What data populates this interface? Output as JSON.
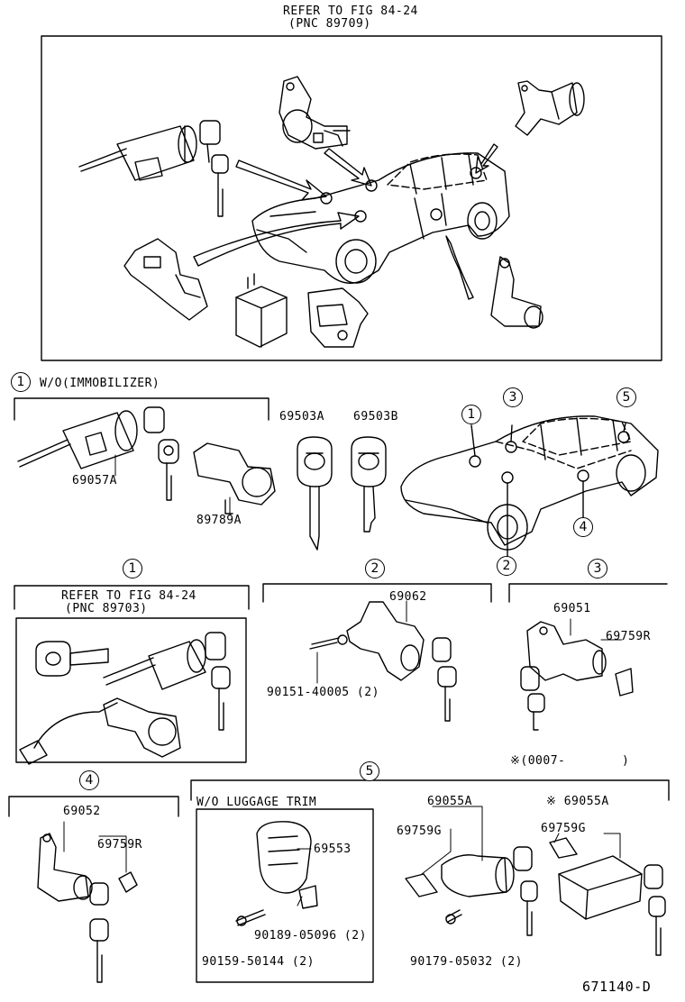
{
  "header": {
    "refer_line1": "REFER TO FIG 84-24",
    "refer_line2": "(PNC 89709)"
  },
  "callouts": {
    "c1": "1",
    "c2": "2",
    "c3": "3",
    "c4": "4",
    "c5": "5"
  },
  "sections": {
    "wo_immobilizer": "W/O(IMMOBILIZER)",
    "refer2_line1": "REFER TO FIG 84-24",
    "refer2_line2": "(PNC 89703)",
    "wo_luggage_trim": "W/O LUGGAGE TRIM",
    "note_mark": "※(0007-",
    "note_close": ")"
  },
  "parts": {
    "p69057A": "69057A",
    "p89789A": "89789A",
    "p69503A": "69503A",
    "p69503B": "69503B",
    "p69062": "69062",
    "p90151": "90151-40005 (2)",
    "p69051": "69051",
    "p69759R_a": "69759R",
    "p69052": "69052",
    "p69759R_b": "69759R",
    "p69553": "69553",
    "p90189": "90189-05096 (2)",
    "p90159": "90159-50144 (2)",
    "p69055A": "69055A",
    "p69759G_a": "69759G",
    "p90179": "90179-05032 (2)",
    "p69055A_star": "※ 69055A",
    "p69759G_b": "69759G"
  },
  "footer": {
    "figure_code": "671140-D"
  }
}
